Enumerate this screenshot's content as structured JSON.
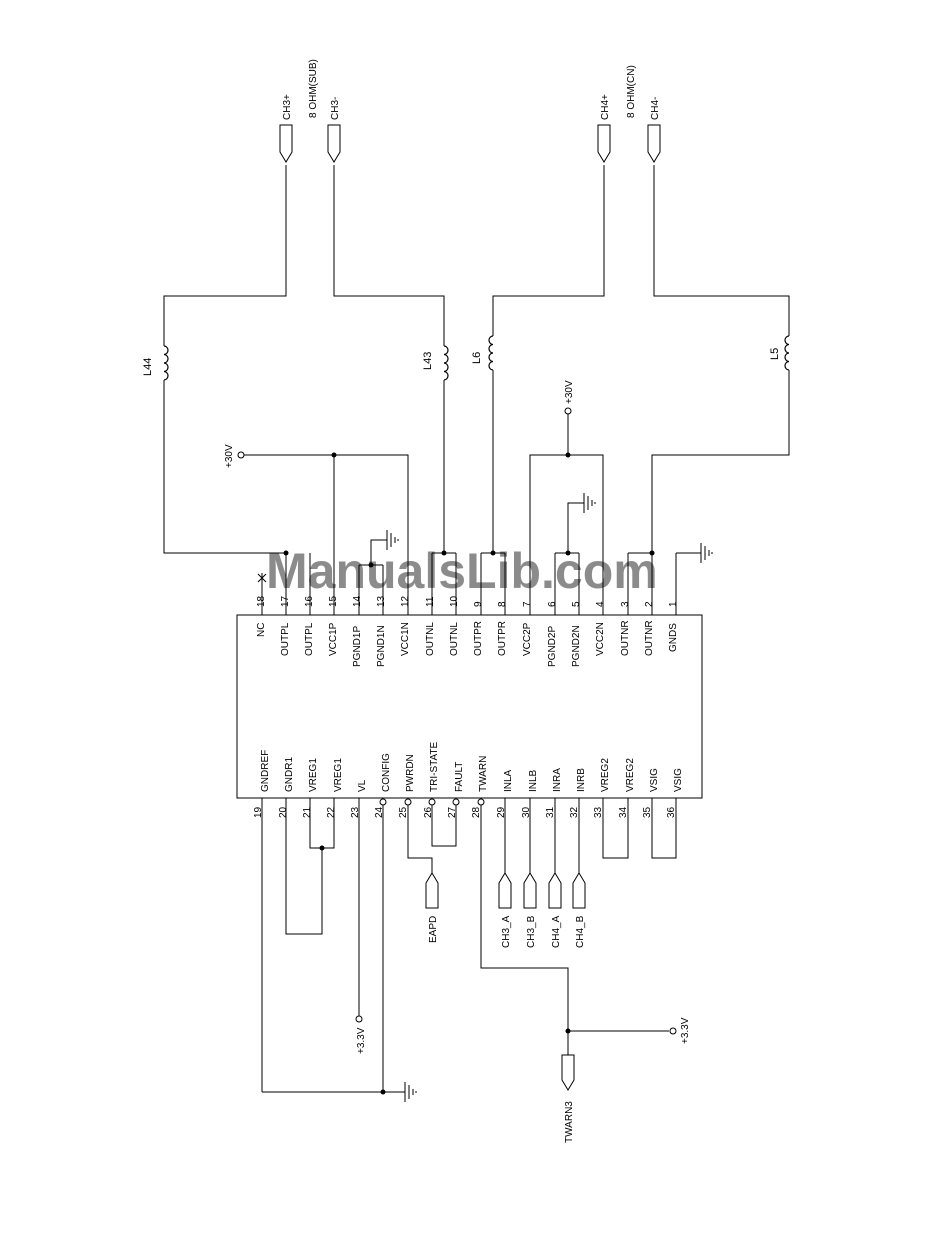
{
  "watermark": "ManualsLib.com",
  "ic": {
    "top_pins": [
      {
        "num": "18",
        "name": "NC"
      },
      {
        "num": "17",
        "name": "OUTPL"
      },
      {
        "num": "16",
        "name": "OUTPL"
      },
      {
        "num": "15",
        "name": "VCC1P"
      },
      {
        "num": "14",
        "name": "PGND1P"
      },
      {
        "num": "13",
        "name": "PGND1N"
      },
      {
        "num": "12",
        "name": "VCC1N"
      },
      {
        "num": "11",
        "name": "OUTNL"
      },
      {
        "num": "10",
        "name": "OUTNL"
      },
      {
        "num": "9",
        "name": "OUTPR"
      },
      {
        "num": "8",
        "name": "OUTPR"
      },
      {
        "num": "7",
        "name": "VCC2P"
      },
      {
        "num": "6",
        "name": "PGND2P"
      },
      {
        "num": "5",
        "name": "PGND2N"
      },
      {
        "num": "4",
        "name": "VCC2N"
      },
      {
        "num": "3",
        "name": "OUTNR"
      },
      {
        "num": "2",
        "name": "OUTNR"
      },
      {
        "num": "1",
        "name": "GNDS"
      }
    ],
    "bottom_pins": [
      {
        "num": "19",
        "name": "GNDREF"
      },
      {
        "num": "20",
        "name": "GNDR1"
      },
      {
        "num": "21",
        "name": "VREG1"
      },
      {
        "num": "22",
        "name": "VREG1"
      },
      {
        "num": "23",
        "name": "VL"
      },
      {
        "num": "24",
        "name": "CONFIG"
      },
      {
        "num": "25",
        "name": "PWRDN"
      },
      {
        "num": "26",
        "name": "TRI-STATE"
      },
      {
        "num": "27",
        "name": "FAULT"
      },
      {
        "num": "28",
        "name": "TWARN"
      },
      {
        "num": "29",
        "name": "INLA"
      },
      {
        "num": "30",
        "name": "INLB"
      },
      {
        "num": "31",
        "name": "INRA"
      },
      {
        "num": "32",
        "name": "INRB"
      },
      {
        "num": "33",
        "name": "VREG2"
      },
      {
        "num": "34",
        "name": "VREG2"
      },
      {
        "num": "35",
        "name": "VSIG"
      },
      {
        "num": "36",
        "name": "VSIG"
      }
    ]
  },
  "inductors": {
    "l44": "L44",
    "l43": "L43",
    "l6": "L6",
    "l5": "L5"
  },
  "connectors": {
    "ch3p": "CH3+",
    "ch3n": "CH3-",
    "ch4p": "CH4+",
    "ch4n": "CH4-",
    "eapd": "EAPD",
    "ch3a": "CH3_A",
    "ch3b": "CH3_B",
    "ch4a": "CH4_A",
    "ch4b": "CH4_B",
    "twarn3": "TWARN3"
  },
  "loads": {
    "sub": "8 OHM(SUB)",
    "cn": "8 OHM(CN)"
  },
  "power": {
    "v30_left": "+30V",
    "v30_right": "+30V",
    "v33_vl": "+3.3V",
    "v33_twarn": "+3.3V"
  }
}
